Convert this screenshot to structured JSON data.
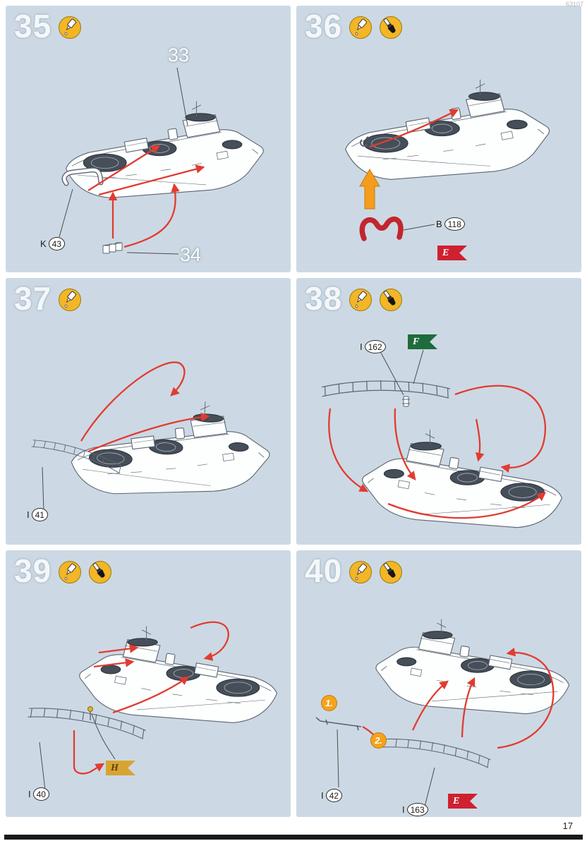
{
  "page": {
    "number": "17",
    "corner_code": "63107"
  },
  "colors": {
    "panel_bg": "#ccd9e4",
    "arrow_red": "#e23b30",
    "arrow_orange": "#f49c1c",
    "part_red": "#c2262e",
    "flag_red": "#cf2030",
    "flag_green": "#1e6b3c",
    "flag_gold": "#d8a431",
    "icon_yellow": "#f2b626",
    "substep_orange": "#f5a31d"
  },
  "panels": [
    {
      "step": "35",
      "icons": [
        "glue"
      ],
      "callouts": [
        "33",
        "34"
      ],
      "parts": [
        {
          "letter": "K",
          "number": "43"
        }
      ]
    },
    {
      "step": "36",
      "icons": [
        "glue",
        "paint"
      ],
      "parts": [
        {
          "letter": "B",
          "number": "118"
        }
      ],
      "flags": [
        {
          "letter": "E",
          "color": "red"
        }
      ]
    },
    {
      "step": "37",
      "icons": [
        "glue"
      ],
      "parts": [
        {
          "letter": "I",
          "number": "41"
        }
      ]
    },
    {
      "step": "38",
      "icons": [
        "glue",
        "paint"
      ],
      "parts": [
        {
          "letter": "I",
          "number": "162"
        }
      ],
      "flags": [
        {
          "letter": "F",
          "color": "green"
        }
      ]
    },
    {
      "step": "39",
      "icons": [
        "glue",
        "paint"
      ],
      "parts": [
        {
          "letter": "I",
          "number": "40"
        }
      ],
      "flags": [
        {
          "letter": "H",
          "color": "gold"
        }
      ]
    },
    {
      "step": "40",
      "icons": [
        "glue",
        "paint"
      ],
      "substeps": [
        "1.",
        "2."
      ],
      "parts": [
        {
          "letter": "I",
          "number": "42"
        },
        {
          "letter": "I",
          "number": "163"
        }
      ],
      "flags": [
        {
          "letter": "E",
          "color": "red"
        }
      ]
    }
  ]
}
